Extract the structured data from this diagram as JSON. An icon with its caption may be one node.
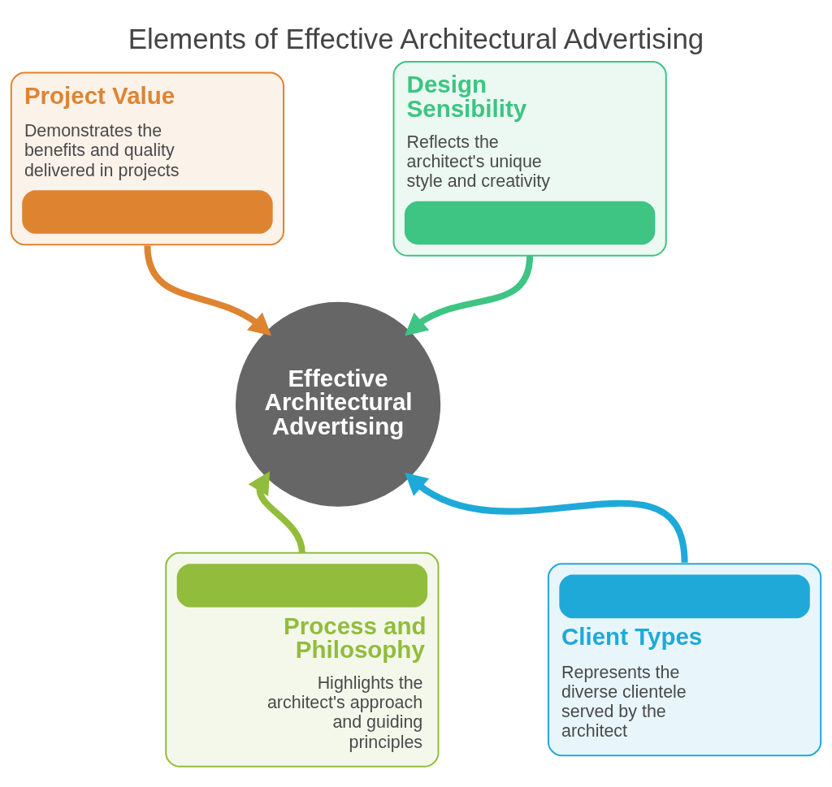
{
  "diagram": {
    "title": "Elements of Effective Architectural Advertising",
    "nodes": [
      {
        "text": [
          "Project Value",
          "Demonstrates the benefits and quality delivered in projects"
        ]
      },
      {
        "text": [
          "Design Sensibility",
          "Reflects the architect's unique style and creativity"
        ]
      },
      {
        "text": [
          "Effective Architectural Advertising"
        ]
      },
      {
        "text": [
          "Process and Philosophy",
          "Highlights the architect's approach and guiding principles"
        ]
      },
      {
        "text": [
          "Client Types",
          "Represents the diverse clientele served by the architect"
        ]
      }
    ],
    "edges": [
      {
        "from": 0,
        "to": 2,
        "arrow": "to",
        "color": "#de8431"
      },
      {
        "from": 1,
        "to": 2,
        "arrow": "to",
        "color": "#3ec483"
      },
      {
        "from": 3,
        "to": 2,
        "arrow": "to",
        "color": "#92bc3b"
      },
      {
        "from": 4,
        "to": 2,
        "arrow": "to",
        "color": "#1fa9d9"
      }
    ]
  }
}
